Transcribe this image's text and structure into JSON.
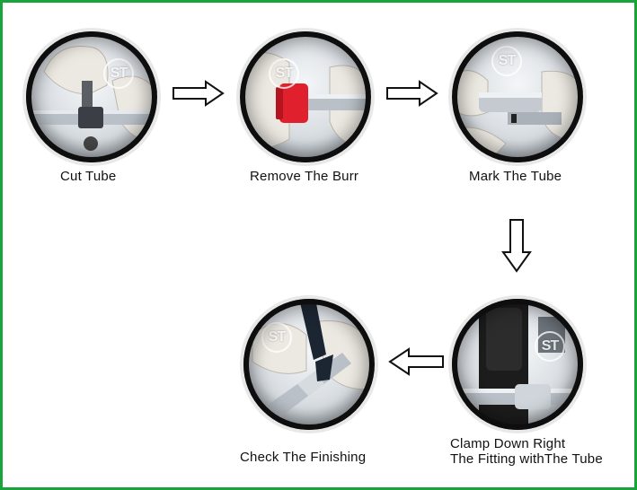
{
  "steps": [
    {
      "label": "Cut  Tube"
    },
    {
      "label": "Remove The Burr"
    },
    {
      "label": "Mark The Tube"
    },
    {
      "label_line1": "Clamp Down Right",
      "label_line2": "The Fitting withThe Tube"
    },
    {
      "label": "Check The Finishing"
    }
  ],
  "watermark": "ST",
  "colors": {
    "border": "#1aa33a",
    "glove": "#ece9e2",
    "tube": "#b9c0c7",
    "burr_tool": "#e0202c",
    "clamp": "#1c1c1c"
  }
}
